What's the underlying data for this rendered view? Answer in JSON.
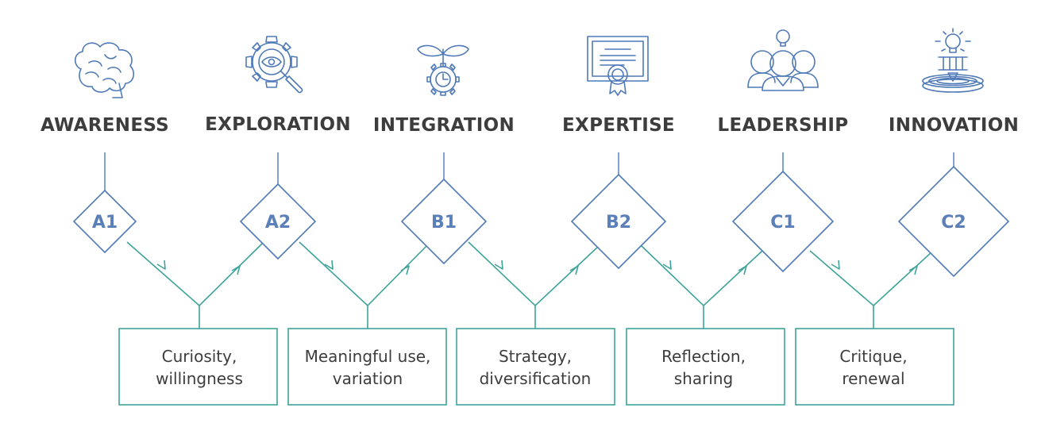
{
  "stages": [
    {
      "title": "AWARENESS",
      "code": "A1",
      "icon": "brain-icon"
    },
    {
      "title": "EXPLORATION",
      "code": "A2",
      "icon": "gear-magnifier-eye-icon"
    },
    {
      "title": "INTEGRATION",
      "code": "B1",
      "icon": "sprout-gear-icon"
    },
    {
      "title": "EXPERTISE",
      "code": "B2",
      "icon": "certificate-icon"
    },
    {
      "title": "LEADERSHIP",
      "code": "C1",
      "icon": "group-lightbulb-icon"
    },
    {
      "title": "INNOVATION",
      "code": "C2",
      "icon": "lightbulb-target-icon"
    }
  ],
  "transitions": [
    {
      "line1": "Curiosity,",
      "line2": "willingness"
    },
    {
      "line1": "Meaningful use,",
      "line2": "variation"
    },
    {
      "line1": "Strategy,",
      "line2": "diversification"
    },
    {
      "line1": "Reflection,",
      "line2": "sharing"
    },
    {
      "line1": "Critique,",
      "line2": "renewal"
    }
  ],
  "colors": {
    "title": "#3d3d3d",
    "code": "#5b7fb9",
    "icon_stroke": "#4f7ab8",
    "connector": "#3ea39a"
  }
}
